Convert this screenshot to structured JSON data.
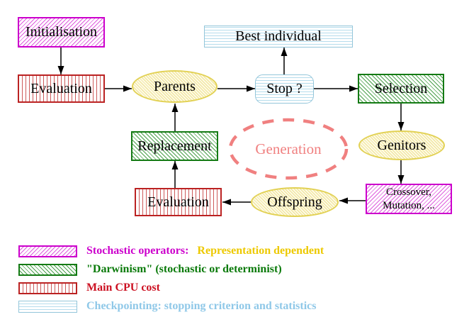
{
  "nodes": {
    "initialisation": "Initialisation",
    "evaluation_top": "Evaluation",
    "parents": "Parents",
    "best_individual": "Best individual",
    "stop": "Stop ?",
    "selection": "Selection",
    "genitors": "Genitors",
    "crossover_line1": "Crossover,",
    "crossover_line2": "Mutation, ...",
    "offspring": "Offspring",
    "evaluation_bottom": "Evaluation",
    "replacement": "Replacement",
    "generation": "Generation"
  },
  "legend": {
    "items": [
      {
        "name": "stochastic-operators",
        "text": "Stochastic operators:",
        "text2": "Representation dependent"
      },
      {
        "name": "darwinism",
        "text": "\"Darwinism\" (stochastic or determinist)"
      },
      {
        "name": "main-cpu-cost",
        "text": "Main CPU cost"
      },
      {
        "name": "checkpointing",
        "text": "Checkpointing: stopping criterion and statistics"
      }
    ]
  },
  "colors": {
    "magenta": "#cc00cc",
    "green_border": "#147a14",
    "red_border": "#bb2222",
    "cyan_border": "#94c6da",
    "yellow_border": "#e2d154",
    "salmon": "#f08080",
    "legend_text_magenta": "#cc00cc",
    "legend_text_yellow": "#edc900",
    "legend_text_green": "#0a7a0a",
    "legend_text_red": "#cc1122",
    "legend_text_cyan": "#8fc8e8",
    "arrow": "#000000"
  }
}
